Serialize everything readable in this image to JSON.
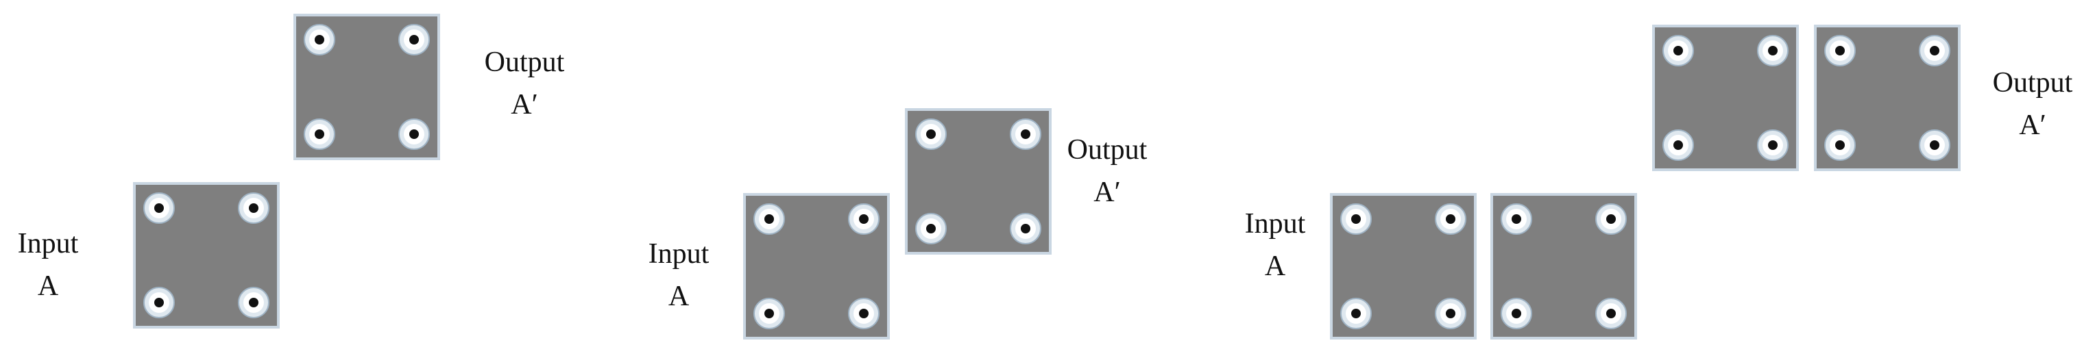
{
  "diagrams": [
    {
      "input_label": [
        "Input",
        "A"
      ],
      "output_label": [
        "Output",
        "A′"
      ],
      "input_blocks": 1,
      "output_blocks": 1
    },
    {
      "input_label": [
        "Input",
        "A"
      ],
      "output_label": [
        "Output",
        "A′"
      ],
      "input_blocks": 1,
      "output_blocks": 1
    },
    {
      "input_label": [
        "Input",
        "A"
      ],
      "output_label": [
        "Output",
        "A′"
      ],
      "input_blocks": 2,
      "output_blocks": 2
    }
  ],
  "colors": {
    "plate_fill": "#7f7f7f",
    "plate_border": "#c9d6e2",
    "ring_outer": "#dfe8ef",
    "ring_inner": "#ffffff",
    "hole": "#111111",
    "text": "#111111"
  }
}
